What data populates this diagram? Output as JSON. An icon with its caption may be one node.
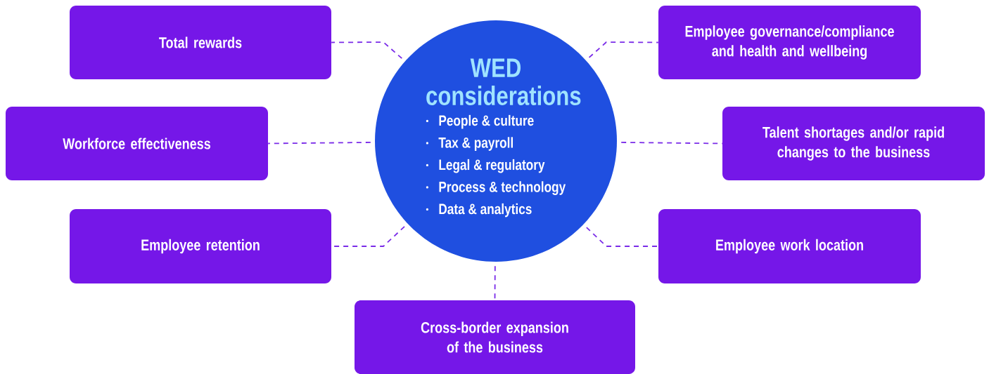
{
  "diagram": {
    "nodes": [
      {
        "text": [
          "WED considerations",
          "People & culture",
          "Tax & payroll",
          "Legal & regulatory",
          "Process & technology",
          "Data & analytics"
        ]
      },
      {
        "text": [
          "Total rewards"
        ]
      },
      {
        "text": [
          "Workforce effectiveness"
        ]
      },
      {
        "text": [
          "Employee retention"
        ]
      },
      {
        "text": [
          "Employee governance/compliance and health and wellbeing"
        ]
      },
      {
        "text": [
          "Talent shortages and/or rapid changes to the business"
        ]
      },
      {
        "text": [
          "Employee work location"
        ]
      },
      {
        "text": [
          "Cross-border expansion of the business"
        ]
      }
    ],
    "edges": [
      {
        "from": 0,
        "to": 1,
        "arrow": "none",
        "style": "dashed"
      },
      {
        "from": 0,
        "to": 2,
        "arrow": "none",
        "style": "dashed"
      },
      {
        "from": 0,
        "to": 3,
        "arrow": "none",
        "style": "dashed"
      },
      {
        "from": 0,
        "to": 4,
        "arrow": "none",
        "style": "dashed"
      },
      {
        "from": 0,
        "to": 5,
        "arrow": "none",
        "style": "dashed"
      },
      {
        "from": 0,
        "to": 6,
        "arrow": "none",
        "style": "dashed"
      },
      {
        "from": 0,
        "to": 7,
        "arrow": "none",
        "style": "dashed"
      }
    ]
  }
}
